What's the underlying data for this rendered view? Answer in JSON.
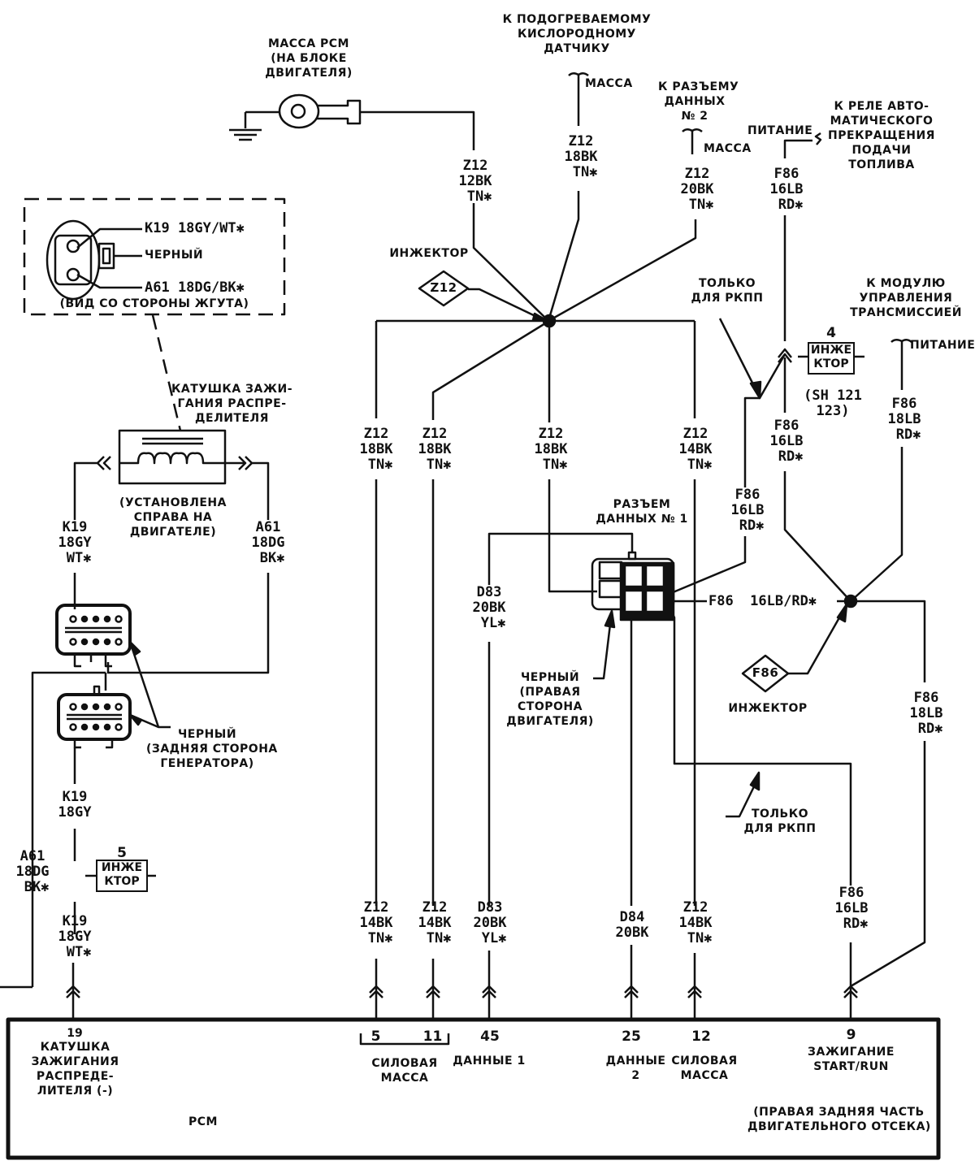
{
  "title_labels": {
    "pcm_ground": "МАССА PCM\n(НА БЛОКЕ\nДВИГАТЕЛЯ)",
    "o2_sensor": "К ПОДОГРЕВАЕМОМУ\nКИСЛОРОДНОМУ\nДАТЧИКУ",
    "o2_ground": "МАССА",
    "data_conn2": "К РАЗЪЕМУ\nДАННЫХ\n№ 2",
    "data_conn2_ground": "МАССА",
    "asd_relay": "К РЕЛЕ АВТО-\nМАТИЧЕСКОГО\nПРЕКРАЩЕНИЯ\nПОДАЧИ\nТОПЛИВА",
    "asd_power": "ПИТАНИЕ",
    "tcm": "К МОДУЛЮ\nУПРАВЛЕНИЯ\nТРАНСМИССИЕЙ",
    "tcm_power": "ПИТАНИЕ",
    "auto_only_top": "ТОЛЬКО\nДЛЯ РКПП",
    "auto_only_bottom": "ТОЛЬКО\nДЛЯ РКПП",
    "injector_z12": "ИНЖЕКТОР",
    "injector_f86": "ИНЖЕКТОР",
    "diamond_z12": "Z12",
    "diamond_f86": "F86",
    "data_conn1": "РАЗЪЕМ\nДАННЫХ № 1",
    "data_conn1_color": "ЧЕРНЫЙ\n(ПРАВАЯ\nСТОРОНА\nДВИГАТЕЛЯ)",
    "coil_title": "КАТУШКА ЗАЖИ-\nГАНИЯ РАСПРЕ-\nДЕЛИТЕЛЯ",
    "coil_location": "(УСТАНОВЛЕНА\nСПРАВА НА\nДВИГАТЕЛЕ)",
    "harness_view": "(ВИД СО СТОРОНЫ ЖГУТА)",
    "harness_k19": "K19 18GY/WT✱",
    "harness_color": "ЧЕРНЫЙ",
    "harness_a61": "A61 18DG/BK✱",
    "gen_conn_color": "ЧЕРНЫЙ\n(ЗАДНЯЯ СТОРОНА\nГЕНЕРАТОРА)",
    "splice4_num": "4",
    "splice4_box": "ИНЖЕ\nКТОР",
    "splice4_ref": "(SH 121\n123)",
    "splice5_num": "5",
    "splice5_box": "ИНЖЕ\nКТОР"
  },
  "wires": {
    "z12_12bk": "Z12\n12BK\n TN✱",
    "z12_18bk_o2": "Z12\n18BK\n TN✱",
    "z12_20bk": "Z12\n20BK\n TN✱",
    "f86_16lb_top": "F86\n16LB\n RD✱",
    "z12_18bk_a": "Z12\n18BK\n TN✱",
    "z12_18bk_b": "Z12\n18BK\n TN✱",
    "z12_18bk_c": "Z12\n18BK\n TN✱",
    "z12_14bk_top": "Z12\n14BK\n TN✱",
    "f86_16lb_mid": "F86\n16LB\n RD✱",
    "f86_16lb_conn": "F86\n16LB\n RD✱",
    "f86_18lb_tcm": "F86\n18LB\n RD✱",
    "f86_horizontal": "F86  16LB/RD✱",
    "f86_18lb_right": "F86\n18LB\n RD✱",
    "d83_20bk_mid": "D83\n20BK\n YL✱",
    "k19_18gy_wt": "K19\n18GY\n WT✱",
    "a61_18dg_bk": "A61\n18DG\n BK✱",
    "k19_18gy": "K19\n18GY",
    "a61_18dg_bk_low": "A61\n18DG\n BK✱",
    "k19_18gy_wt_low": "K19\n18GY\n WT✱",
    "z12_14bk_p5": "Z12\n14BK\n TN✱",
    "z12_14bk_p11": "Z12\n14BK\n TN✱",
    "d83_20bk_p45": "D83\n20BK\n YL✱",
    "d84_20bk_p25": "D84\n20BK",
    "z12_14bk_p12": "Z12\n14BK\n TN✱",
    "f86_16lb_p9": "F86\n16LB\n RD✱"
  },
  "pcm": {
    "name": "PCM",
    "location": "(ПРАВАЯ ЗАДНЯЯ ЧАСТЬ\nДВИГАТЕЛЬНОГО ОТСЕКА)",
    "pins": [
      {
        "num": "19",
        "desc": "КАТУШКА\nЗАЖИГАНИЯ\nРАСПРЕДЕ-\nЛИТЕЛЯ (-)"
      },
      {
        "num": "5",
        "desc": ""
      },
      {
        "num": "11",
        "desc": ""
      },
      {
        "num": "45",
        "desc": "ДАННЫЕ 1"
      },
      {
        "num": "25",
        "desc": "ДАННЫЕ\n2"
      },
      {
        "num": "12",
        "desc": "СИЛОВАЯ\nМАССА"
      },
      {
        "num": "9",
        "desc": "ЗАЖИГАНИЕ\nSTART/RUN"
      }
    ],
    "ground_group_label": "СИЛОВАЯ\nМАССА"
  }
}
